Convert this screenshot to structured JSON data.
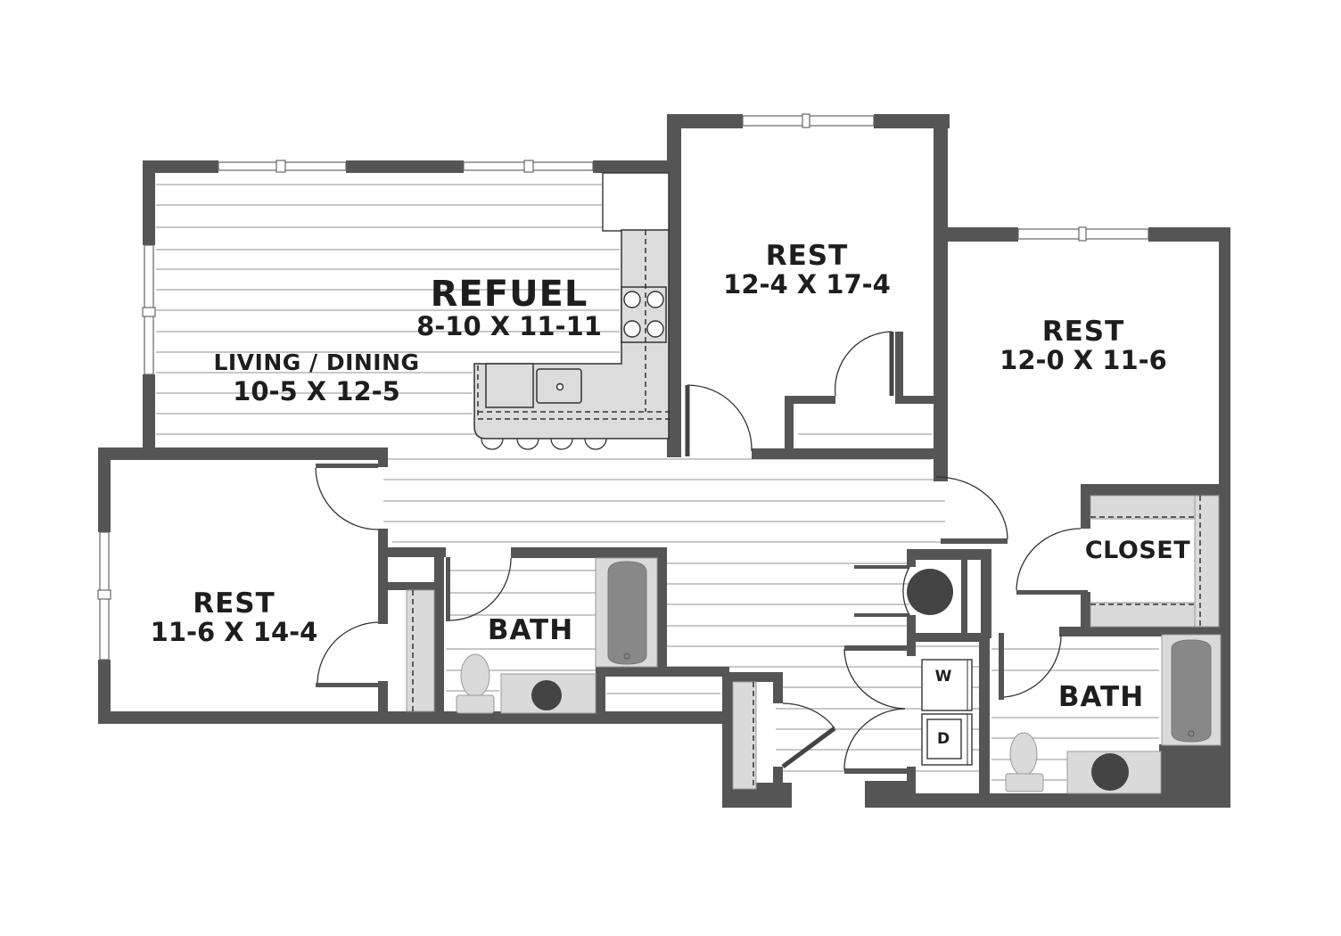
{
  "plan": {
    "rooms": [
      {
        "id": "refuel",
        "name": "REFUEL",
        "dimensions": "8-10 X 11-11"
      },
      {
        "id": "living_dining",
        "name": "LIVING / DINING",
        "dimensions": "10-5 X 12-5"
      },
      {
        "id": "rest_top",
        "name": "REST",
        "dimensions": "12-4 X 17-4"
      },
      {
        "id": "rest_right",
        "name": "REST",
        "dimensions": "12-0 X 11-6"
      },
      {
        "id": "rest_left",
        "name": "REST",
        "dimensions": "11-6 X 14-4"
      },
      {
        "id": "bath_left",
        "name": "BATH"
      },
      {
        "id": "bath_right",
        "name": "BATH"
      },
      {
        "id": "closet",
        "name": "CLOSET"
      }
    ],
    "appliances": {
      "washer": "W",
      "dryer": "D"
    },
    "colors": {
      "wall": "#555555",
      "counter": "#dcdcdc",
      "floor_lines": "#b5b5b5",
      "tub": "#888888",
      "text": "#1e1e1e"
    }
  }
}
